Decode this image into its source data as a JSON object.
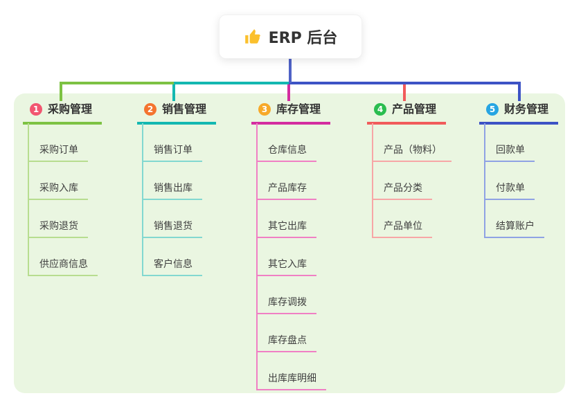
{
  "canvas": {
    "background": "#ffffff",
    "panel_color": "#eaf6e1"
  },
  "root": {
    "title": "ERP 后台",
    "icon": "thumbs-up-icon",
    "icon_color": "#fbc02d",
    "stem_color": "#4f62c6"
  },
  "branches": [
    {
      "index": "1",
      "label": "采购管理",
      "badge_color": "#f25670",
      "line_color": "#7dc243",
      "child_line_color": "#b7dd8f",
      "children": [
        {
          "label": "采购订单"
        },
        {
          "label": "采购入库"
        },
        {
          "label": "采购退货"
        },
        {
          "label": "供应商信息"
        }
      ]
    },
    {
      "index": "2",
      "label": "销售管理",
      "badge_color": "#f4742f",
      "line_color": "#14b8b1",
      "child_line_color": "#82d8d0",
      "children": [
        {
          "label": "销售订单"
        },
        {
          "label": "销售出库"
        },
        {
          "label": "销售退货"
        },
        {
          "label": "客户信息"
        }
      ]
    },
    {
      "index": "3",
      "label": "库存管理",
      "badge_color": "#f7a929",
      "line_color": "#d42da0",
      "child_line_color": "#f07fc4",
      "children": [
        {
          "label": "仓库信息"
        },
        {
          "label": "产品库存"
        },
        {
          "label": "其它出库"
        },
        {
          "label": "其它入库"
        },
        {
          "label": "库存调拨"
        },
        {
          "label": "库存盘点"
        },
        {
          "label": "出库库明细"
        }
      ]
    },
    {
      "index": "4",
      "label": "产品管理",
      "badge_color": "#2abd4f",
      "line_color": "#f15b5b",
      "child_line_color": "#f7a6a6",
      "children": [
        {
          "label": "产品（物料）"
        },
        {
          "label": "产品分类"
        },
        {
          "label": "产品单位"
        }
      ]
    },
    {
      "index": "5",
      "label": "财务管理",
      "badge_color": "#27a5e2",
      "line_color": "#3d53c5",
      "child_line_color": "#8fa2e4",
      "children": [
        {
          "label": "回款单"
        },
        {
          "label": "付款单"
        },
        {
          "label": "结算账户"
        }
      ]
    }
  ]
}
